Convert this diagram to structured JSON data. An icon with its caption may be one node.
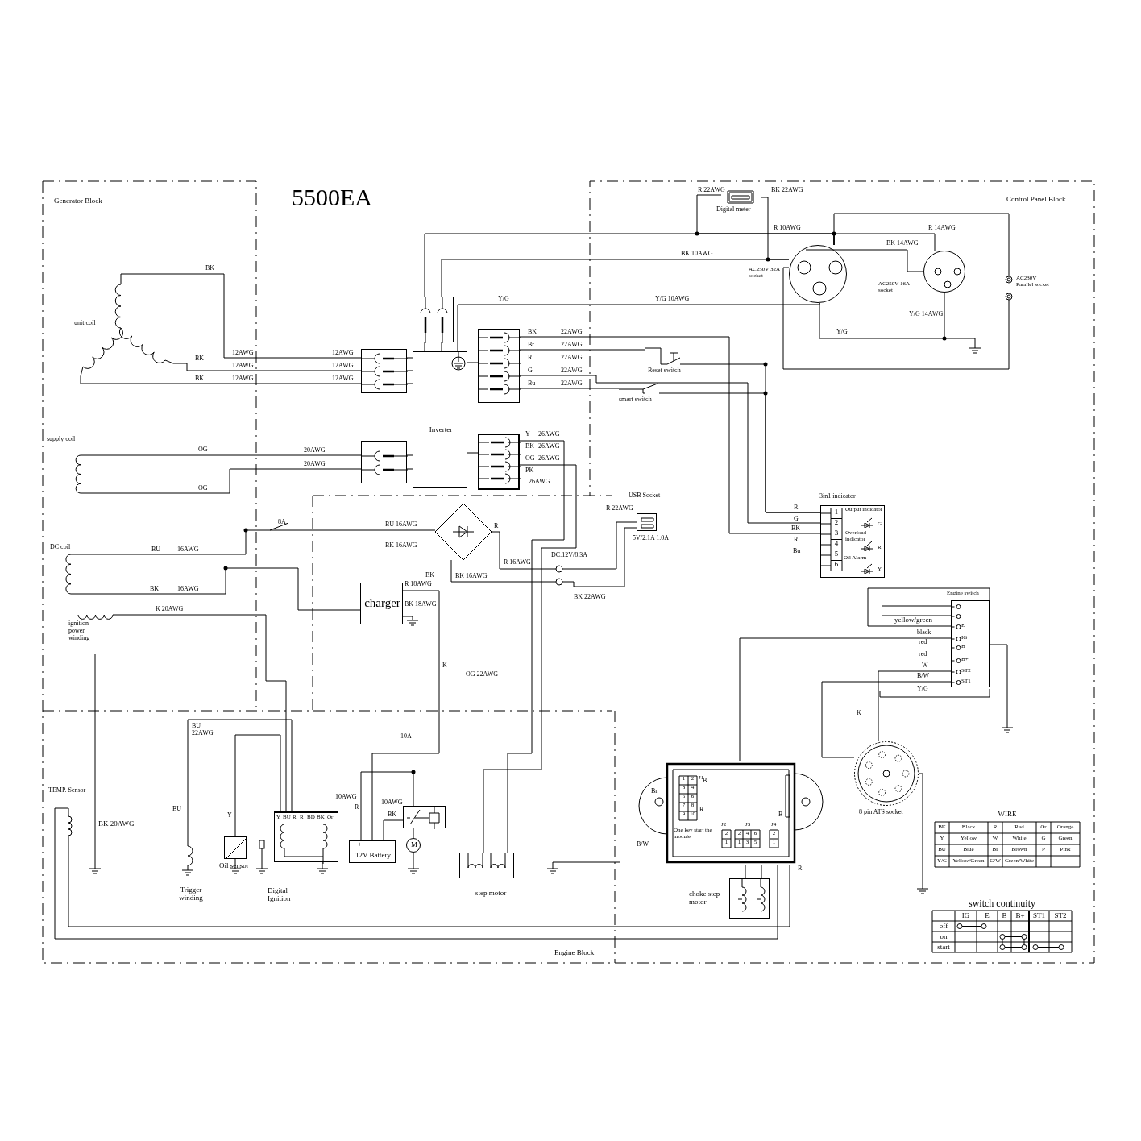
{
  "diagram": {
    "title": "5500EA",
    "nodes": [
      {
        "text": [
          "unit coil"
        ]
      },
      {
        "text": [],
        "shape": "box"
      },
      {
        "text": [
          "Inverter"
        ]
      },
      {
        "text": [],
        "shape": "box"
      },
      {
        "text": [],
        "shape": "box"
      },
      {
        "text": [],
        "shape": "box"
      },
      {
        "text": [
          "supply coil"
        ]
      },
      {
        "text": [],
        "shape": "box"
      },
      {
        "text": [
          "Digital meter"
        ]
      },
      {
        "text": [],
        "shape": "circle",
        "beside": [
          "AC250V 32A socket"
        ]
      },
      {
        "text": [],
        "shape": "circle",
        "beside": [
          "AC250V 16A socket"
        ]
      },
      {
        "text": [
          "AC230V Parallel socket"
        ]
      },
      {
        "text": [
          "Reset switch"
        ]
      },
      {
        "text": [
          "smart switch"
        ]
      },
      {
        "text": [],
        "shape": "diamond"
      },
      {
        "text": [
          "charger"
        ]
      },
      {
        "text": [],
        "shape": "box",
        "beside": [
          "USB Socket",
          "5V/2.1A 1.0A"
        ]
      },
      {
        "text": [
          "DC:12V/8.3A"
        ]
      },
      {
        "text": [
          "3in1 indicator",
          "1",
          "2",
          "3",
          "4",
          "5",
          "6",
          "Output indicator",
          "G",
          "Overload indicator",
          "R",
          "Oil Alarm",
          "Y"
        ]
      },
      {
        "text": [
          "Engine switch",
          "E",
          "IG",
          "B",
          "B+",
          "ST2",
          "ST1"
        ]
      },
      {
        "text": [
          "ignition power winding"
        ]
      },
      {
        "text": [
          "DC coil"
        ]
      },
      {
        "text": [
          "TEMP. Sensor"
        ]
      },
      {
        "text": [
          "Trigger winding"
        ]
      },
      {
        "text": [],
        "shape": "box",
        "beside": [
          "Oil sensor"
        ]
      },
      {
        "text": [
          "Y",
          "BU",
          "R",
          "R",
          "BD",
          "BK",
          "Or"
        ],
        "beside": [
          "Digital Ignition"
        ]
      },
      {
        "text": [
          "+",
          "-",
          "12V Battery"
        ]
      },
      {
        "text": [],
        "shape": "box"
      },
      {
        "text": [
          "M"
        ]
      },
      {
        "text": [],
        "shape": "box",
        "beside": [
          "step motor"
        ]
      },
      {
        "text": [
          "1",
          "2",
          "J1",
          "3",
          "4",
          "5",
          "6",
          "7",
          "8",
          "9",
          "10",
          "One key start the module",
          "J2",
          "2",
          "1",
          "J3",
          "2",
          "4",
          "6",
          "1",
          "3",
          "5",
          "J4",
          "2",
          "1"
        ]
      },
      {
        "text": [],
        "shape": "box",
        "beside": [
          "choke step motor"
        ]
      },
      {
        "text": [],
        "shape": "circle",
        "beside": [
          "8 pin ATS socket"
        ]
      }
    ],
    "edges": [
      {
        "from": 0,
        "to": 1,
        "arrow": "none"
      },
      {
        "from": 0,
        "to": 1,
        "arrow": "none"
      },
      {
        "from": 0,
        "to": 1,
        "arrow": "none"
      },
      {
        "from": 1,
        "to": 2,
        "arrow": "none"
      },
      {
        "from": 1,
        "to": 2,
        "arrow": "none"
      },
      {
        "from": 1,
        "to": 2,
        "arrow": "none"
      },
      {
        "from": 2,
        "to": 3,
        "arrow": "none"
      },
      {
        "from": 2,
        "to": 3,
        "arrow": "none"
      },
      {
        "from": 3,
        "to": 9,
        "arrow": "none"
      },
      {
        "from": 3,
        "to": 9,
        "arrow": "none"
      },
      {
        "from": 8,
        "to": 9,
        "arrow": "none"
      },
      {
        "from": 8,
        "to": 9,
        "arrow": "none"
      },
      {
        "from": 9,
        "to": 10,
        "arrow": "none"
      },
      {
        "from": 9,
        "to": 10,
        "arrow": "none"
      },
      {
        "from": 2,
        "to": 9,
        "arrow": "none"
      },
      {
        "from": 9,
        "to": 10,
        "arrow": "none"
      },
      {
        "from": 9,
        "to": 11,
        "arrow": "none"
      },
      {
        "from": 9,
        "to": 11,
        "arrow": "none"
      },
      {
        "from": 2,
        "to": 4,
        "arrow": "none"
      },
      {
        "from": 4,
        "to": 12,
        "arrow": "none"
      },
      {
        "from": 12,
        "to": 18,
        "arrow": "none"
      },
      {
        "from": 4,
        "to": 13,
        "arrow": "none"
      },
      {
        "from": 13,
        "to": 18,
        "arrow": "none"
      },
      {
        "from": 4,
        "to": 18,
        "arrow": "none"
      },
      {
        "from": 4,
        "to": 18,
        "arrow": "none"
      },
      {
        "from": 2,
        "to": 5,
        "arrow": "none"
      },
      {
        "from": 5,
        "to": 29,
        "arrow": "none"
      },
      {
        "from": 5,
        "to": 29,
        "arrow": "none"
      },
      {
        "from": 6,
        "to": 7,
        "arrow": "none"
      },
      {
        "from": 6,
        "to": 7,
        "arrow": "none"
      },
      {
        "from": 7,
        "to": 2,
        "arrow": "none"
      },
      {
        "from": 7,
        "to": 2,
        "arrow": "none"
      },
      {
        "from": 21,
        "to": 14,
        "arrow": "none"
      },
      {
        "from": 21,
        "to": 15,
        "arrow": "none"
      },
      {
        "from": 14,
        "to": 17,
        "arrow": "none"
      },
      {
        "from": 14,
        "to": 17,
        "arrow": "none"
      },
      {
        "from": 17,
        "to": 16,
        "arrow": "none"
      },
      {
        "from": 17,
        "to": 16,
        "arrow": "none"
      },
      {
        "from": 15,
        "to": 26,
        "arrow": "none"
      },
      {
        "from": 26,
        "to": 27,
        "arrow": "none"
      },
      {
        "from": 26,
        "to": 27,
        "arrow": "none"
      },
      {
        "from": 27,
        "to": 28,
        "arrow": "none"
      },
      {
        "from": 20,
        "to": 25,
        "arrow": "none"
      },
      {
        "from": 23,
        "to": 25,
        "arrow": "none"
      },
      {
        "from": 24,
        "to": 25,
        "arrow": "none"
      },
      {
        "from": 22,
        "to": 30,
        "arrow": "none"
      },
      {
        "from": 22,
        "to": 30,
        "arrow": "none"
      },
      {
        "from": 30,
        "to": 19,
        "arrow": "none"
      },
      {
        "from": 32,
        "to": 19,
        "arrow": "none"
      },
      {
        "from": 32,
        "to": 19,
        "arrow": "none"
      },
      {
        "from": 30,
        "to": 31,
        "arrow": "none"
      },
      {
        "from": 30,
        "to": 31,
        "arrow": "none"
      }
    ],
    "labels": [
      "Generator Block",
      "Control Panel Block",
      "Engine Block",
      "BK",
      "12AWG",
      "12AWG",
      "BK",
      "12AWG",
      "12AWG",
      "BK",
      "12AWG",
      "12AWG",
      "OG",
      "20AWG",
      "20AWG",
      "OG",
      "8A",
      "BU",
      "16AWG",
      "BK",
      "16AWG",
      "BU 16AWG",
      "BK 16AWG",
      "R",
      "R 16AWG",
      "BK",
      "BK 16AWG",
      "R 18AWG",
      "BK 18AWG",
      "K 20AWG",
      "K",
      "OG 22AWG",
      "Y/G",
      "Y/G 10AWG",
      "R 22AWG",
      "BK 22AWG",
      "R 10AWG",
      "BK 10AWG",
      "R 14AWG",
      "BK 14AWG",
      "BK",
      "22AWG",
      "Br",
      "22AWG",
      "R",
      "22AWG",
      "G",
      "22AWG",
      "Bu",
      "22AWG",
      "Y/G 14AWG",
      "Y/G",
      "Y",
      "26AWG",
      "BK",
      "26AWG",
      "OG",
      "26AWG",
      "PK",
      "26AWG",
      "R 22AWG",
      "BK 22AWG",
      "R",
      "G",
      "BK",
      "R",
      "Bu",
      "yellow/green",
      "black",
      "red",
      "red",
      "W",
      "B/W",
      "Y/G",
      "K",
      "BU 22AWG",
      "BU",
      "Y",
      "BK 20AWG",
      "10A",
      "10AWG",
      "R",
      "10AWG",
      "BK",
      "Br",
      "B/W",
      "B",
      "R",
      "B",
      "R",
      "WIRE",
      "BK",
      "Black",
      "R",
      "Red",
      "Or",
      "Orange",
      "Y",
      "Yellow",
      "W",
      "White",
      "G",
      "Green",
      "BU",
      "Blue",
      "Br",
      "Brown",
      "P",
      "Pink",
      "Y/G",
      "Yellow/Green",
      "G/W",
      "Green/White",
      "switch continuity",
      "IG",
      "E",
      "B",
      "B+",
      "ST1",
      "ST2",
      "off",
      "on",
      "start"
    ]
  }
}
